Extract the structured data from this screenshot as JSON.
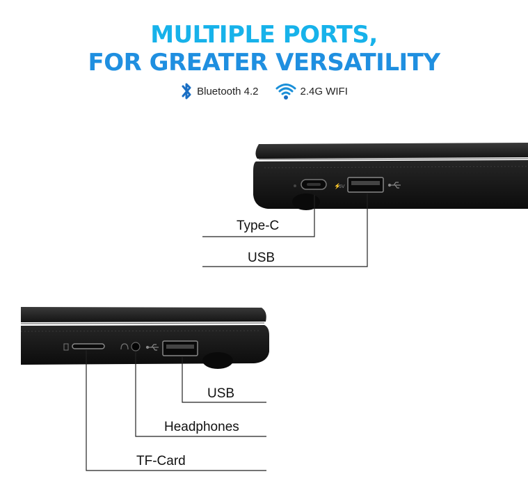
{
  "header": {
    "title_line1": "MULTIPLE PORTS,",
    "title_line2": "FOR GREATER VERSATILITY"
  },
  "features": [
    {
      "icon": "bluetooth-icon",
      "label": "Bluetooth 4.2"
    },
    {
      "icon": "wifi-icon",
      "label": "2.4G WIFI"
    }
  ],
  "right_side_ports": {
    "typec_label": "Type-C",
    "usb_label": "USB",
    "power_mark": "5V"
  },
  "left_side_ports": {
    "usb_label": "USB",
    "headphones_label": "Headphones",
    "tfcard_label": "TF-Card"
  },
  "colors": {
    "title_cyan": "#17b2ea",
    "title_blue": "#1f8fe0",
    "icon_blue": "#1a6fc4",
    "laptop_body": "#1c1c1c"
  }
}
